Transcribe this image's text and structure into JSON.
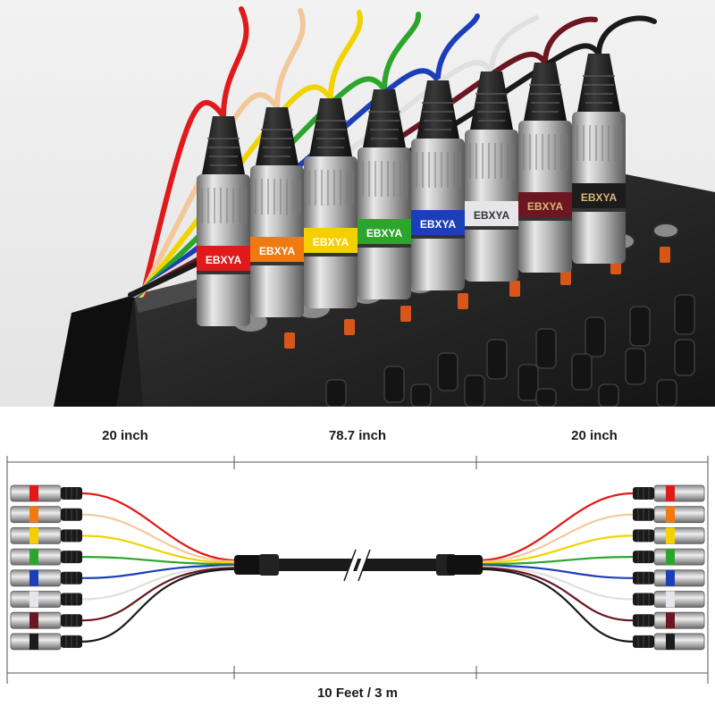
{
  "photo": {
    "brand_text": "EBXYA",
    "plug_colors": [
      "#e01a1a",
      "#f07a12",
      "#f5d000",
      "#2ca52c",
      "#1c3fb8",
      "#e6e6ea",
      "#6b1620",
      "#1c1c1c"
    ]
  },
  "dimensions": {
    "left_length": "20 inch",
    "middle_length": "78.7 inch",
    "right_length": "20 inch",
    "total_length": "10 Feet / 3 m"
  },
  "colors": {
    "wires": [
      "#e01a1a",
      "#f2c89a",
      "#f0d400",
      "#2ca52c",
      "#1c3fb8",
      "#e0e0e0",
      "#6b1620",
      "#1a1a1a"
    ],
    "cable": "#1a1a1a",
    "dimension_line": "#555555"
  }
}
